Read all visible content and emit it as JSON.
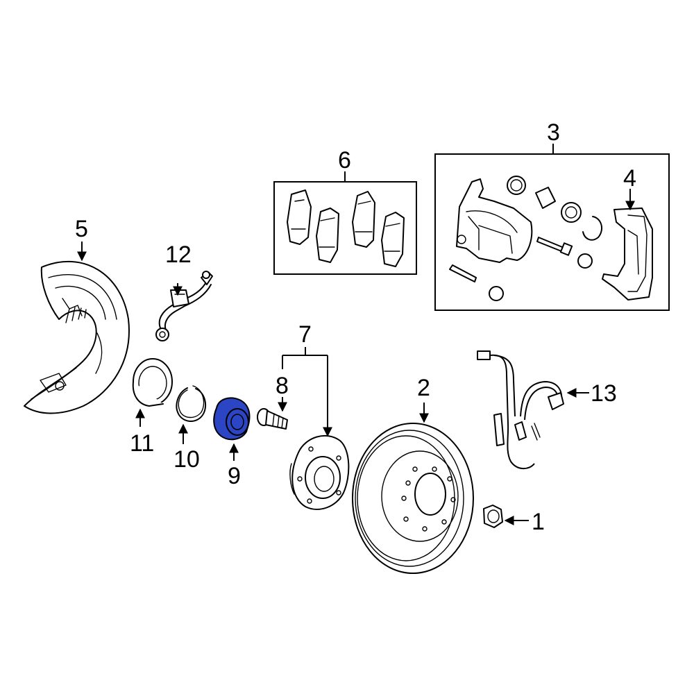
{
  "diagram": {
    "callouts": {
      "c1": "1",
      "c2": "2",
      "c3": "3",
      "c4": "4",
      "c5": "5",
      "c6": "6",
      "c7": "7",
      "c8": "8",
      "c9": "9",
      "c10": "10",
      "c11": "11",
      "c12": "12",
      "c13": "13"
    },
    "highlight_color": "#2b45c4"
  }
}
